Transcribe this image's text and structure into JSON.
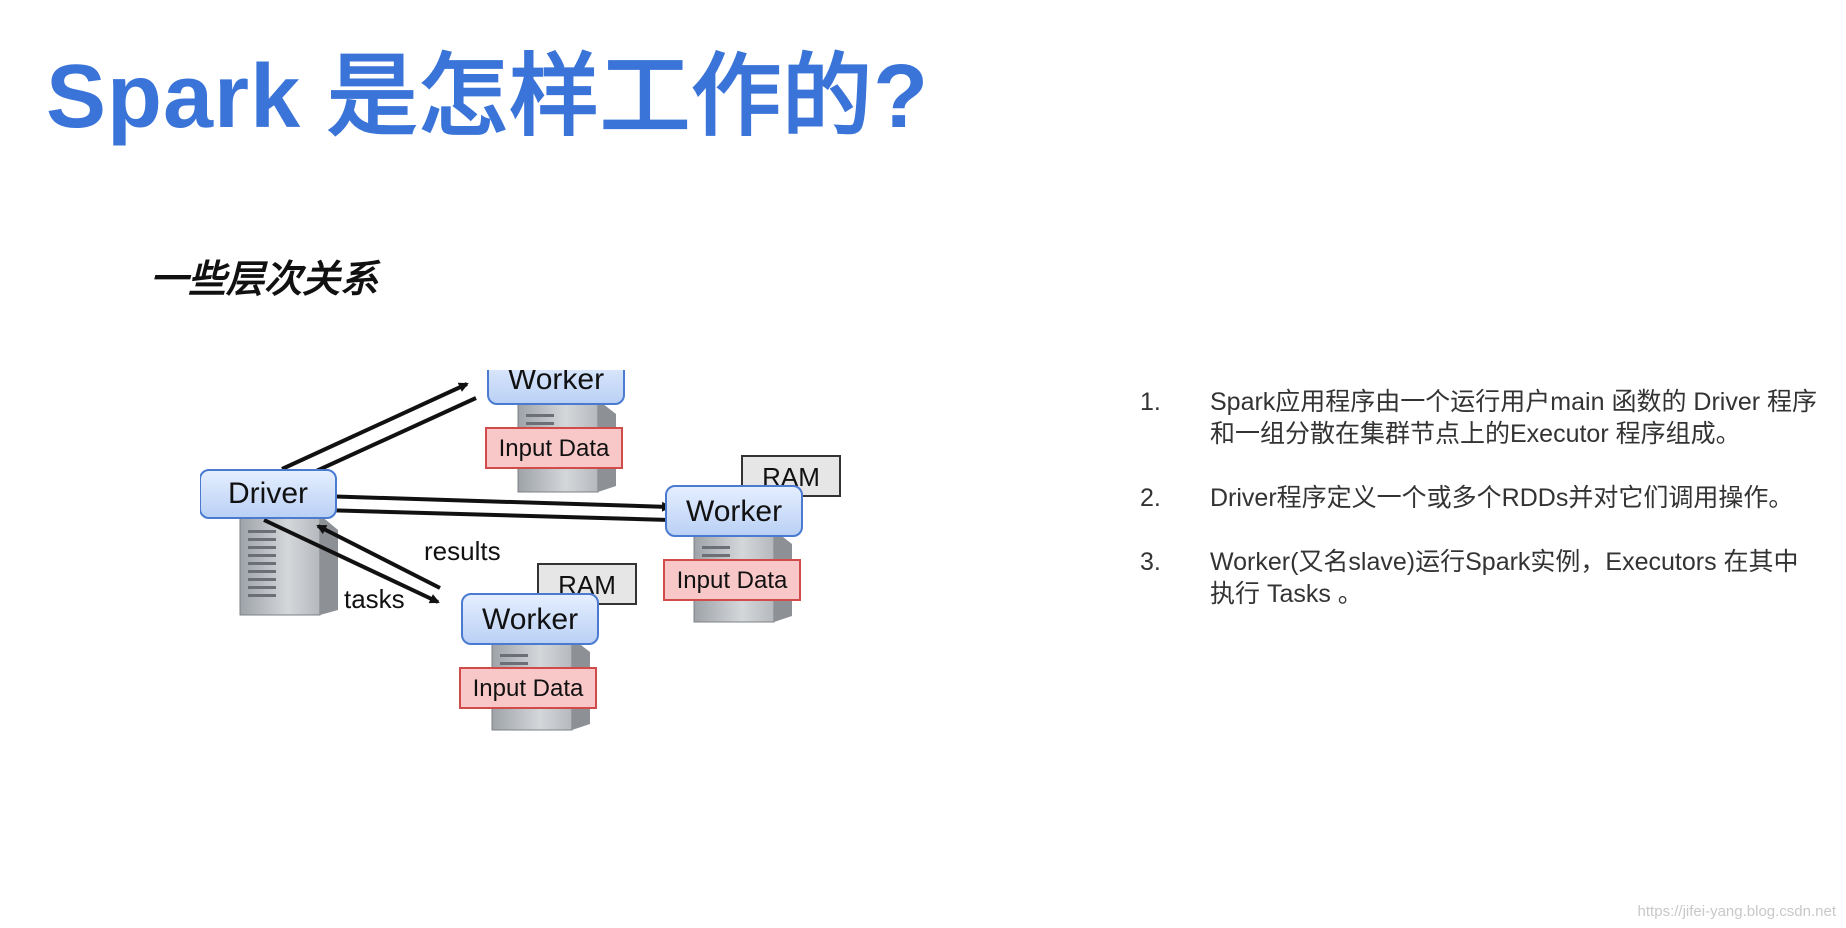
{
  "title": "Spark 是怎样工作的?",
  "subtitle": "一些层次关系",
  "diagram": {
    "driver_label": "Driver",
    "worker_label": "Worker",
    "ram_label": "RAM",
    "input_label": "Input Data",
    "results_label": "results",
    "tasks_label": "tasks",
    "colors": {
      "node_fill": "#cfe0fb",
      "node_stroke": "#4a7bd0",
      "ram_fill": "#e6e6e6",
      "input_fill": "#f8c8c8",
      "input_stroke": "#d24b4b",
      "arrow": "#111111"
    }
  },
  "notes": [
    {
      "num": "1.",
      "text": "Spark应用程序由一个运行用户main 函数的 Driver 程序和一组分散在集群节点上的Executor 程序组成。"
    },
    {
      "num": "2.",
      "text": "Driver程序定义一个或多个RDDs并对它们调用操作。"
    },
    {
      "num": "3.",
      "text": "Worker(又名slave)运行Spark实例，Executors 在其中执行 Tasks 。"
    }
  ],
  "watermark": "https://jifei-yang.blog.csdn.net"
}
